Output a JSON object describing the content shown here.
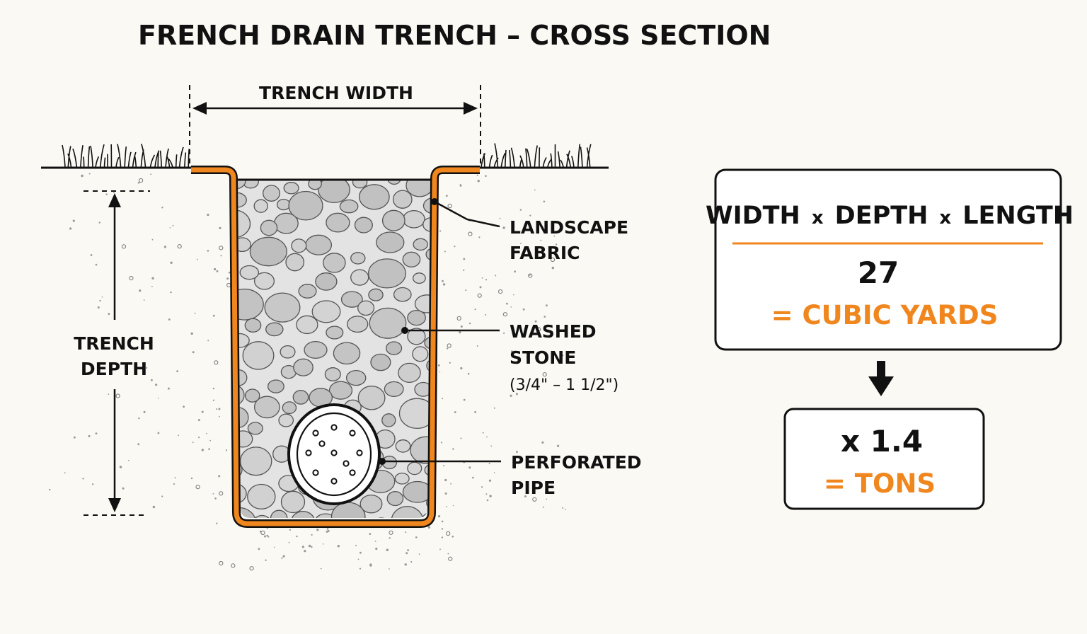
{
  "title": "FRENCH DRAIN TRENCH – CROSS SECTION",
  "colors": {
    "fabric": "#f0861e",
    "ink": "#111111",
    "stone": "#cfcfcf",
    "background": "#faf9f4"
  },
  "dimensions": {
    "width_label": "TRENCH WIDTH",
    "depth_label_line1": "TRENCH",
    "depth_label_line2": "DEPTH"
  },
  "callouts": {
    "fabric_line1": "LANDSCAPE",
    "fabric_line2": "FABRIC",
    "stone_line1": "WASHED",
    "stone_line2": "STONE",
    "stone_size": "(3/4\" – 1 1/2\")",
    "pipe_line1": "PERFORATED",
    "pipe_line2": "PIPE"
  },
  "formula": {
    "width": "WIDTH",
    "times1": "x",
    "depth": "DEPTH",
    "times2": "x",
    "length": "LENGTH",
    "divisor": "27",
    "result": "= CUBIC YARDS"
  },
  "conversion": {
    "multiplier": "x 1.4",
    "result": "= TONS"
  }
}
